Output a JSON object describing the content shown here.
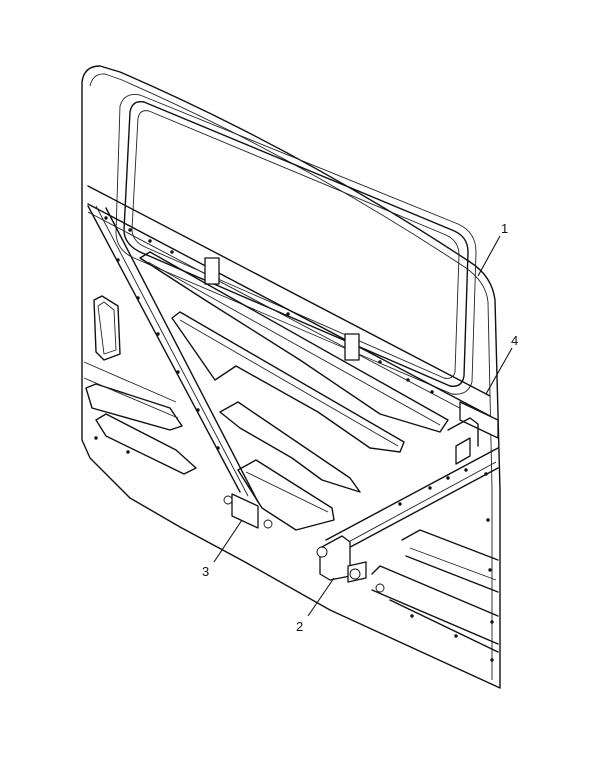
{
  "callouts": [
    {
      "id": "1",
      "label": "1"
    },
    {
      "id": "2",
      "label": "2"
    },
    {
      "id": "3",
      "label": "3"
    },
    {
      "id": "4",
      "label": "4"
    }
  ],
  "colors": {
    "line": "#111111",
    "background": "#ffffff"
  }
}
